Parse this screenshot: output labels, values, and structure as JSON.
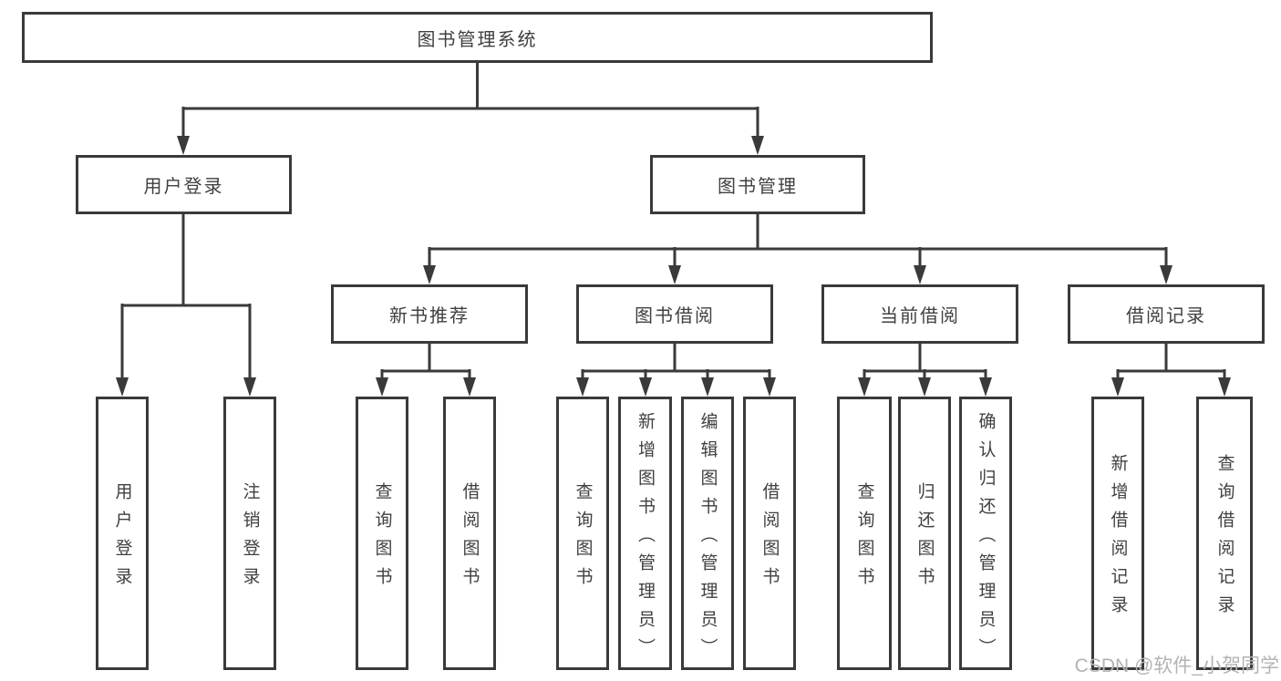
{
  "diagram": {
    "root": {
      "label": "图书管理系统"
    },
    "level2": {
      "user_login": {
        "label": "用户登录"
      },
      "book_management": {
        "label": "图书管理"
      }
    },
    "level3": {
      "new_book_recommend": {
        "label": "新书推荐"
      },
      "book_borrowing": {
        "label": "图书借阅"
      },
      "current_borrowing": {
        "label": "当前借阅"
      },
      "borrowing_records": {
        "label": "借阅记录"
      }
    },
    "level4": {
      "user_login": [
        "用户登录",
        "注销登录"
      ],
      "new_book_recommend": [
        "查询图书",
        "借阅图书"
      ],
      "book_borrowing": [
        "查询图书",
        "新增图书（管理员）",
        "编辑图书（管理员）",
        "借阅图书"
      ],
      "current_borrowing": [
        "查询图书",
        "归还图书",
        "确认归还（管理员）"
      ],
      "borrowing_records": [
        "新增借阅记录",
        "查询借阅记录"
      ]
    }
  },
  "watermark": {
    "text": "CSDN @软件_小贺同学"
  },
  "colors": {
    "line": "#3a3a3a",
    "text": "#404040",
    "canvas": "#ffffff",
    "watermark": "#b3b3b3"
  }
}
